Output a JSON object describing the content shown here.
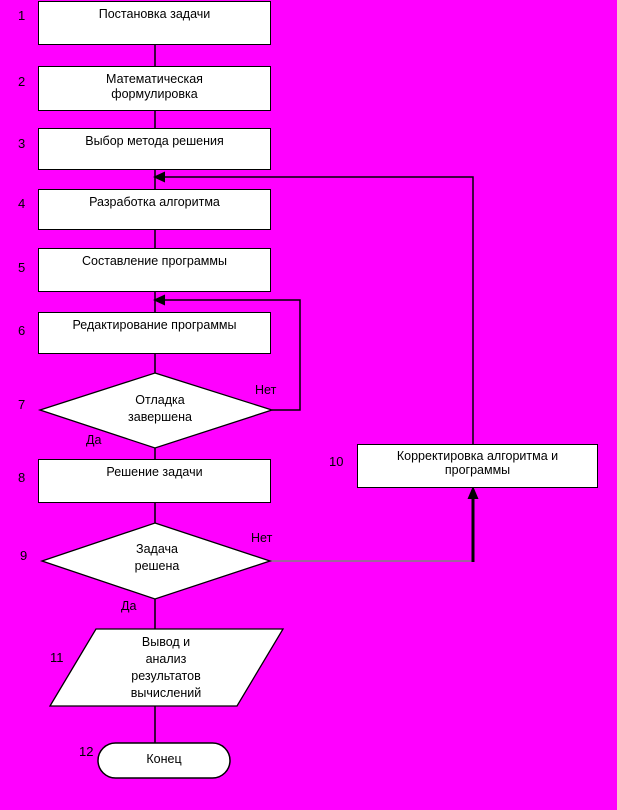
{
  "palette": {
    "background": "#ff00ff",
    "shape_fill": "#ffffff",
    "outline": "#000000"
  },
  "nodes": {
    "n1": {
      "num": "1",
      "type": "process",
      "lines": [
        "Постановка задачи"
      ]
    },
    "n2": {
      "num": "2",
      "type": "process",
      "lines": [
        "Математическая",
        "формулировка"
      ]
    },
    "n3": {
      "num": "3",
      "type": "process",
      "lines": [
        "Выбор метода решения"
      ]
    },
    "n4": {
      "num": "4",
      "type": "process",
      "lines": [
        "Разработка алгоритма"
      ]
    },
    "n5": {
      "num": "5",
      "type": "process",
      "lines": [
        "Составление программы"
      ]
    },
    "n6": {
      "num": "6",
      "type": "process",
      "lines": [
        "Редактирование программы"
      ]
    },
    "n7": {
      "num": "7",
      "type": "decision",
      "lines": [
        "Отладка",
        "завершена"
      ]
    },
    "n8": {
      "num": "8",
      "type": "process",
      "lines": [
        "Решение задачи"
      ]
    },
    "n9": {
      "num": "9",
      "type": "decision",
      "lines": [
        "Задача",
        "решена"
      ]
    },
    "n10": {
      "num": "10",
      "type": "process",
      "lines": [
        "Корректировка алгоритма и",
        "программы"
      ]
    },
    "n11": {
      "num": "11",
      "type": "input-output",
      "lines": [
        "Вывод и",
        "анализ",
        "результатов",
        "вычислений"
      ]
    },
    "n12": {
      "num": "12",
      "type": "terminator",
      "lines": [
        "Конец"
      ]
    }
  },
  "edge_labels": {
    "d7_no": "Нет",
    "d7_yes": "Да",
    "d9_no": "Нет",
    "d9_yes": "Да"
  }
}
